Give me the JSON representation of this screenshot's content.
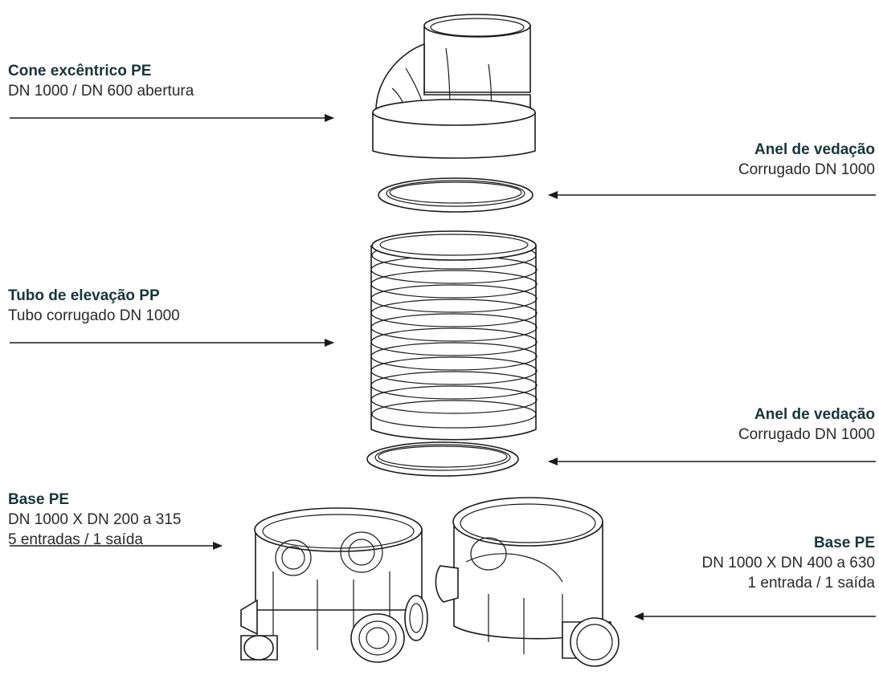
{
  "components": [
    {
      "title": "Cone excêntrico PE",
      "lines": [
        "DN 1000 / DN 600 abertura"
      ]
    },
    {
      "title": "Anel de vedação",
      "lines": [
        "Corrugado DN 1000"
      ]
    },
    {
      "title": "Tubo de elevação PP",
      "lines": [
        "Tubo corrugado DN 1000"
      ]
    },
    {
      "title": "Anel de vedação",
      "lines": [
        "Corrugado DN 1000"
      ]
    },
    {
      "title": "Base PE",
      "lines": [
        "DN 1000 X DN 200 a 315",
        "5 entradas / 1 saída"
      ]
    },
    {
      "title": "Base PE",
      "lines": [
        "DN 1000 X DN 400 a 630",
        "1 entrada / 1 saída"
      ]
    }
  ],
  "colors": {
    "title": "#16363a",
    "text": "#2a2a2a",
    "line": "#1b1b1b"
  }
}
